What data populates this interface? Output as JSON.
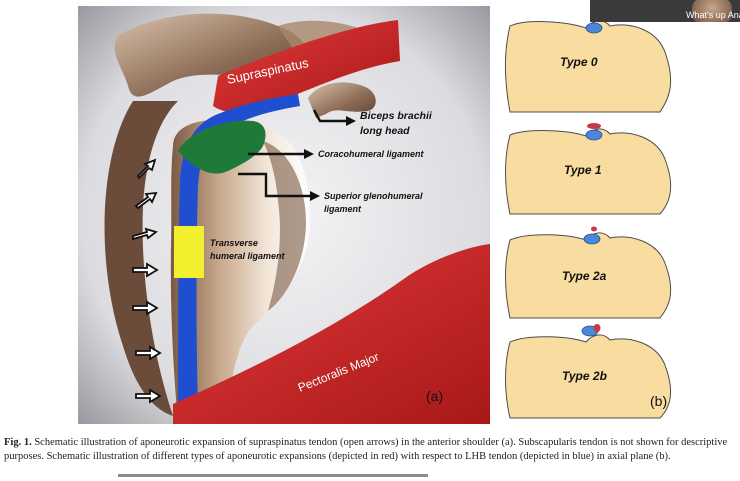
{
  "panel_a": {
    "labels": {
      "supraspinatus": "Supraspinatus",
      "biceps_line1": "Biceps brachii",
      "biceps_line2": "long head",
      "coracohumeral": "Coracohumeral ligament",
      "superior_line1": "Superior glenohumeral",
      "superior_line2": "ligament",
      "transverse_line1": "Transverse",
      "transverse_line2": "humeral ligament",
      "pectoralis": "Pectoralis Major",
      "panel_letter": "(a)"
    },
    "colors": {
      "tendon_blue": "#1f4fd0",
      "transverse_yellow": "#f2ef2e",
      "ligament_green": "#1f7a3a",
      "muscle_red": "#d62b2b",
      "bone_tan": "#c9a98a"
    },
    "open_arrow_count": 7
  },
  "panel_b": {
    "types": [
      "Type 0",
      "Type 1",
      "Type 2a",
      "Type 2b"
    ],
    "panel_letter": "(b)",
    "colors": {
      "section_fill": "#f9dca0",
      "lhb_blue": "#4a87d8",
      "expansion_red": "#c23a48"
    }
  },
  "video_overlay": {
    "name": "What's up Anatomy"
  },
  "caption": {
    "figure_number": "Fig. 1.",
    "text": "Schematic illustration of aponeurotic expansion of supraspinatus tendon (open arrows) in the anterior shoulder (a). Subscapularis tendon is not shown for descriptive purposes. Schematic illustration of different types of aponeurotic expansions (depicted in red) with respect to LHB tendon (depicted in blue) in axial plane (b)."
  }
}
